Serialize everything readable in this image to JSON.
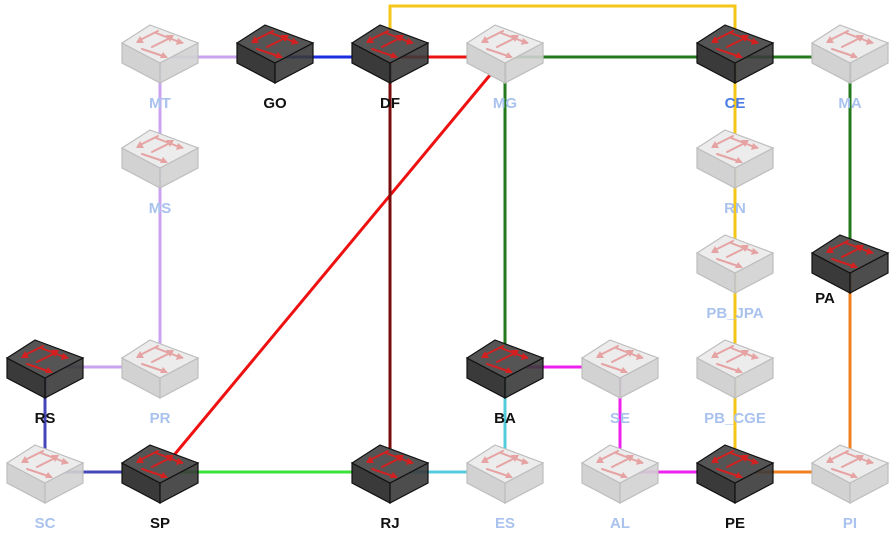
{
  "colors": {
    "active_label": "#111111",
    "inactive_label": "#a9c2ee",
    "active_top": "#555555",
    "active_side": "#3a3a3a",
    "inactive_top": "#ececec",
    "inactive_side": "#d2d2d2",
    "arrow_active": "#d42020",
    "arrow_inactive": "#e6a3a3"
  },
  "nodes": [
    {
      "id": "MT",
      "label": "MT",
      "active": false
    },
    {
      "id": "GO",
      "label": "GO",
      "active": true
    },
    {
      "id": "DF",
      "label": "DF",
      "active": true
    },
    {
      "id": "MG",
      "label": "MG",
      "active": false
    },
    {
      "id": "CE",
      "label": "CE",
      "active": true,
      "label_color": "#4b7be8"
    },
    {
      "id": "MA",
      "label": "MA",
      "active": false
    },
    {
      "id": "MS",
      "label": "MS",
      "active": false
    },
    {
      "id": "RN",
      "label": "RN",
      "active": false
    },
    {
      "id": "PA",
      "label": "PA",
      "active": true
    },
    {
      "id": "PB_JPA",
      "label": "PB_JPA",
      "active": false
    },
    {
      "id": "RS",
      "label": "RS",
      "active": true
    },
    {
      "id": "PR",
      "label": "PR",
      "active": false
    },
    {
      "id": "BA",
      "label": "BA",
      "active": true
    },
    {
      "id": "SE",
      "label": "SE",
      "active": false
    },
    {
      "id": "PB_CGE",
      "label": "PB_CGE",
      "active": false
    },
    {
      "id": "SC",
      "label": "SC",
      "active": false
    },
    {
      "id": "SP",
      "label": "SP",
      "active": true
    },
    {
      "id": "RJ",
      "label": "RJ",
      "active": true
    },
    {
      "id": "ES",
      "label": "ES",
      "active": false
    },
    {
      "id": "AL",
      "label": "AL",
      "active": false
    },
    {
      "id": "PE",
      "label": "PE",
      "active": true
    },
    {
      "id": "PI",
      "label": "PI",
      "active": false
    }
  ],
  "links": [
    {
      "id": "MT-GO",
      "color": "#c9a3f0"
    },
    {
      "id": "MT-MS",
      "color": "#c9a3f0"
    },
    {
      "id": "MS-PR",
      "color": "#c9a3f0"
    },
    {
      "id": "PR-RS",
      "color": "#c9a3f0"
    },
    {
      "id": "GO-DF",
      "color": "#1a2ee0"
    },
    {
      "id": "DF-MG",
      "color": "#ee1111"
    },
    {
      "id": "MG-SP",
      "color": "#ee1111"
    },
    {
      "id": "DF-RJ",
      "color": "#7a0c0c"
    },
    {
      "id": "DF-CE",
      "color": "#f5c518"
    },
    {
      "id": "CE-PE",
      "color": "#f5c518"
    },
    {
      "id": "MG-MA",
      "color": "#237a1d"
    },
    {
      "id": "MA-PA",
      "color": "#237a1d"
    },
    {
      "id": "MG-BA",
      "color": "#237a1d"
    },
    {
      "id": "RS-SC",
      "color": "#4646bb"
    },
    {
      "id": "SC-SP",
      "color": "#4646bb"
    },
    {
      "id": "SP-RJ",
      "color": "#3ae23a"
    },
    {
      "id": "RJ-ES",
      "color": "#55ccdd"
    },
    {
      "id": "ES-BA",
      "color": "#55ccdd"
    },
    {
      "id": "BA-SE",
      "color": "#ee22ee"
    },
    {
      "id": "SE-AL",
      "color": "#ee22ee"
    },
    {
      "id": "AL-PE",
      "color": "#ee22ee"
    },
    {
      "id": "PE-PI",
      "color": "#f07f20"
    },
    {
      "id": "PI-PA",
      "color": "#f07f20"
    }
  ]
}
